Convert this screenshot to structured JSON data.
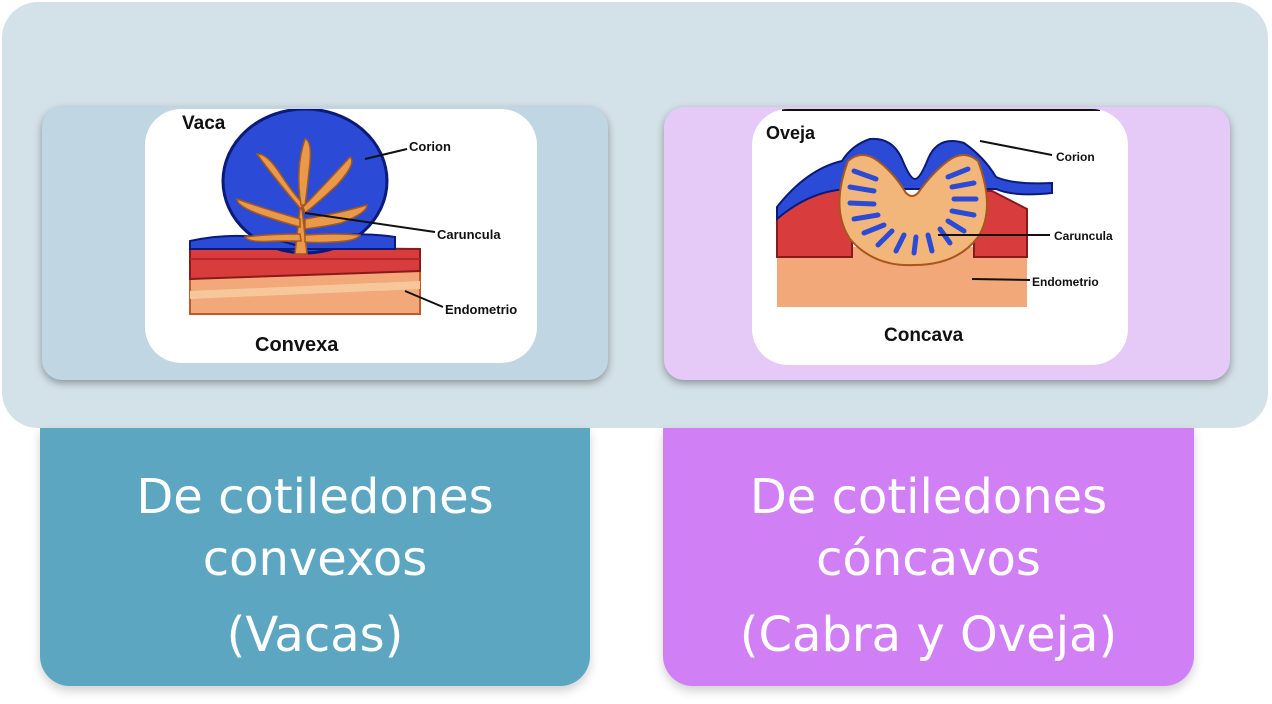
{
  "colors": {
    "backdrop": "#d3e1e8",
    "left_accent": "#5ca6c1",
    "right_accent": "#d07ff5",
    "corion": "#2b4bd6",
    "caruncula": "#e89a4a",
    "endometrio": "#f2a878",
    "tissue_red": "#d83c3c"
  },
  "left": {
    "diagram": {
      "animal": "Vaca",
      "label_corion": "Corion",
      "label_caruncula": "Caruncula",
      "label_endometrio": "Endometrio",
      "caption": "Convexa"
    },
    "text": {
      "title": "De cotiledones\nconvexos",
      "subtitle": "(Vacas)"
    }
  },
  "right": {
    "diagram": {
      "animal": "Oveja",
      "label_corion": "Corion",
      "label_caruncula": "Caruncula",
      "label_endometrio": "Endometrio",
      "caption": "Concava"
    },
    "text": {
      "title": "De cotiledones\ncóncavos",
      "subtitle": "(Cabra y Oveja)"
    }
  }
}
